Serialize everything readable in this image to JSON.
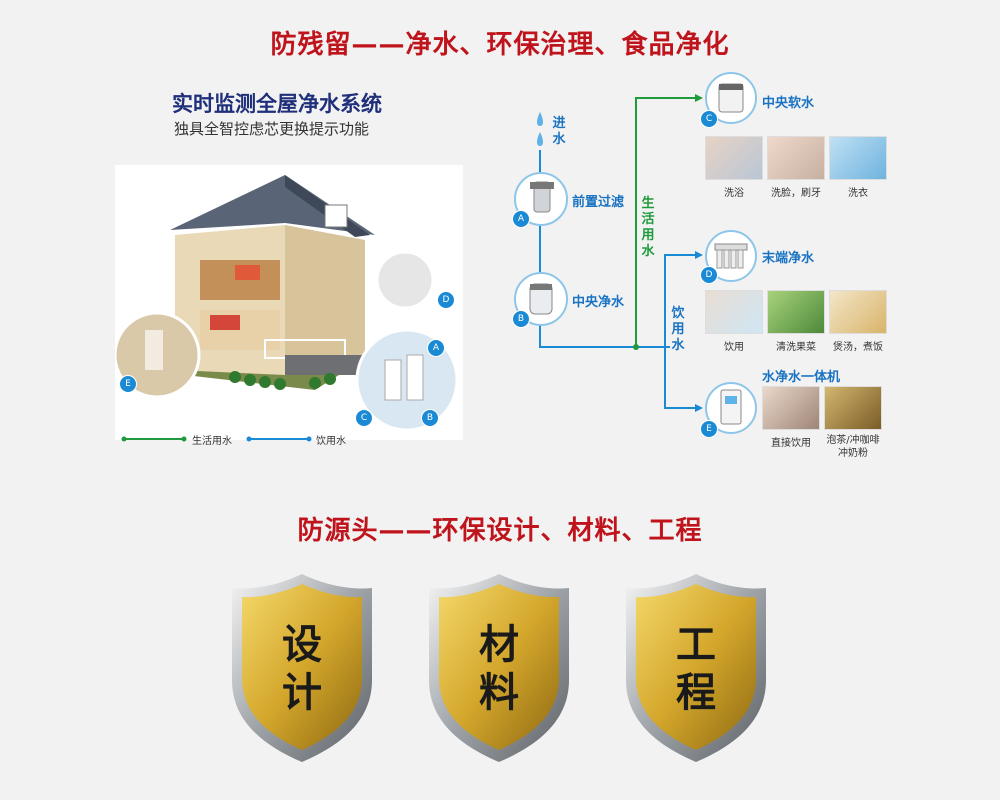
{
  "headline_top": "防残留——净水、环保治理、食品净化",
  "left": {
    "title": "实时监测全屋净水系统",
    "subtitle": "独具全智控虑芯更换提示功能",
    "badges": [
      "A",
      "B",
      "C",
      "D",
      "E"
    ],
    "legend": [
      {
        "label": "生活用水",
        "color": "#1f9a3c"
      },
      {
        "label": "饮用水",
        "color": "#1a8ad4"
      }
    ]
  },
  "flow": {
    "inlet": "进水",
    "nodes": {
      "prefilter": {
        "badge": "A",
        "label": "前置过滤"
      },
      "central_purifier": {
        "badge": "B",
        "label": "中央净水"
      },
      "softener": {
        "badge": "C",
        "label": "中央软水"
      },
      "terminal": {
        "badge": "D",
        "label": "末端净水"
      },
      "all_in_one": {
        "badge": "E",
        "label": "水净水一体机"
      }
    },
    "branch_domestic": "生活用水",
    "branch_drinking": "饮用水",
    "softener_uses": [
      "洗浴",
      "洗脸，刷牙",
      "洗衣"
    ],
    "terminal_uses": [
      "饮用",
      "清洗果菜",
      "煲汤，煮饭"
    ],
    "all_in_one_uses": [
      "直接饮用",
      "泡茶/冲咖啡\n冲奶粉"
    ]
  },
  "headline_bottom": "防源头——环保设计、材料、工程",
  "shields": [
    {
      "top": "设",
      "bottom": "计"
    },
    {
      "top": "材",
      "bottom": "料"
    },
    {
      "top": "工",
      "bottom": "程"
    }
  ],
  "colors": {
    "headline": "#c0141c",
    "accent_blue": "#1a8ad4",
    "accent_green": "#1f9a3c",
    "gold": "#d9b23a"
  }
}
